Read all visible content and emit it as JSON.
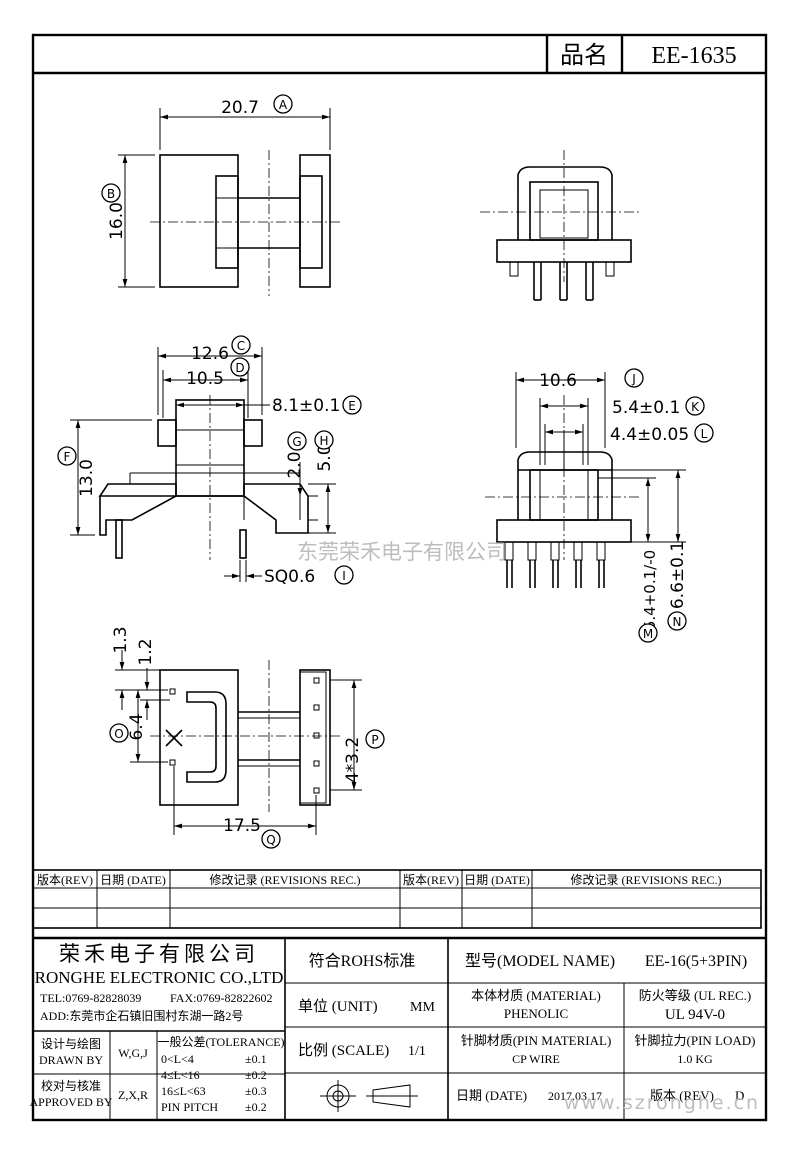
{
  "header": {
    "label": "品名",
    "part_no": "EE-1635"
  },
  "dimensions": {
    "A": "20.7",
    "B": "16.0",
    "C": "12.6",
    "D": "10.5",
    "E": "8.1±0.1",
    "F": "13.0",
    "G": "2.0",
    "H": "5.0",
    "I": "SQ0.6",
    "J": "10.6",
    "K": "5.4±0.1",
    "L": "4.4±0.05",
    "M": "5.4+0.1/-0",
    "N": "6.6±0.1",
    "O": "6.4",
    "P": "4*3.2",
    "Q": "17.5",
    "t13": "1.3",
    "t12": "1.2"
  },
  "markers": [
    "A",
    "B",
    "C",
    "D",
    "E",
    "F",
    "G",
    "H",
    "I",
    "J",
    "K",
    "L",
    "M",
    "N",
    "O",
    "P",
    "Q"
  ],
  "watermark_center": "东莞荣禾电子有限公司",
  "watermark_corner": "www.szronghe.cn",
  "revisions": {
    "rev_label": "版本(REV)",
    "date_label": "日期 (DATE)",
    "rec_label": "修改记录 (REVISIONS REC.)"
  },
  "titleblock": {
    "company_cn": "荣禾电子有限公司",
    "company_en": "RONGHE ELECTRONIC CO.,LTD",
    "tel": "TEL:0769-82828039",
    "fax": "FAX:0769-82822602",
    "addr": "ADD:东莞市企石镇旧围村东湖一路2号",
    "design_cn": "设计与绘图",
    "design_en": "DRAWN BY",
    "design_val": "W,G,J",
    "approve_cn": "校对与核准",
    "approve_en": "APPROVED BY",
    "approve_val": "Z,X,R",
    "tol_title": "一般公差(TOLERANCE)",
    "tol_rows": [
      {
        "range": "0<L<4",
        "val": "±0.1"
      },
      {
        "range": "4≤L<16",
        "val": "±0.2"
      },
      {
        "range": "16≤L<63",
        "val": "±0.3"
      },
      {
        "range": "PIN PITCH",
        "val": "±0.2"
      }
    ],
    "rohs": "符合ROHS标准",
    "unit_label": "单位 (UNIT)",
    "unit_val": "MM",
    "scale_label": "比例 (SCALE)",
    "scale_val": "1/1",
    "model_label": "型号(MODEL NAME)",
    "model_val": "EE-16(5+3PIN)",
    "material_label": "本体材质 (MATERIAL)",
    "material_val": "PHENOLIC",
    "ul_label": "防火等级 (UL REC.)",
    "ul_val": "UL 94V-0",
    "pinmat_label": "针脚材质(PIN MATERIAL)",
    "pinmat_val": "CP WIRE",
    "pinload_label": "针脚拉力(PIN LOAD)",
    "pinload_val": "1.0 KG",
    "date_label": "日期 (DATE)",
    "date_val": "2017.03.17",
    "rev_label": "版本 (REV)",
    "rev_val": "D"
  }
}
